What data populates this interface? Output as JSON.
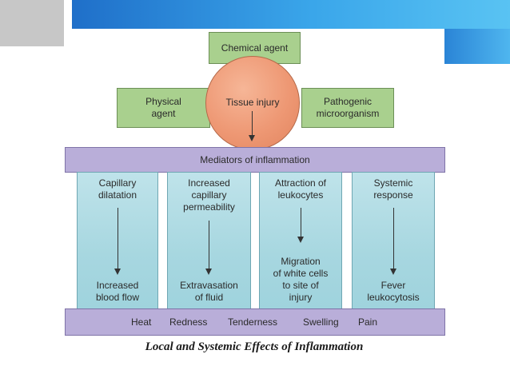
{
  "diagram": {
    "chemical_agent": "Chemical agent",
    "physical_agent": "Physical\nagent",
    "pathogenic": "Pathogenic\nmicroorganism",
    "tissue_injury": "Tissue injury",
    "mediators": "Mediators of inflammation",
    "columns": [
      {
        "top": "Capillary\ndilatation",
        "bottom": "Increased\nblood flow"
      },
      {
        "top": "Increased\ncapillary\npermeability",
        "bottom": "Extravasation\nof fluid"
      },
      {
        "top": "Attraction of\nleukocytes",
        "bottom": "Migration\nof white cells\nto site of\ninjury"
      },
      {
        "top": "Systemic\nresponse",
        "bottom": "Fever\nleukocytosis"
      }
    ],
    "effects": [
      "Heat",
      "Redness",
      "Tenderness",
      "Swelling",
      "Pain"
    ]
  },
  "caption": "Local and Systemic Effects of Inflammation",
  "colors": {
    "header_blue": "#1f6fc9",
    "green_box": "#a9d08e",
    "circle": "#ee9874",
    "purple_bar": "#b9aed9",
    "column_teal": "#a7d7e0"
  }
}
